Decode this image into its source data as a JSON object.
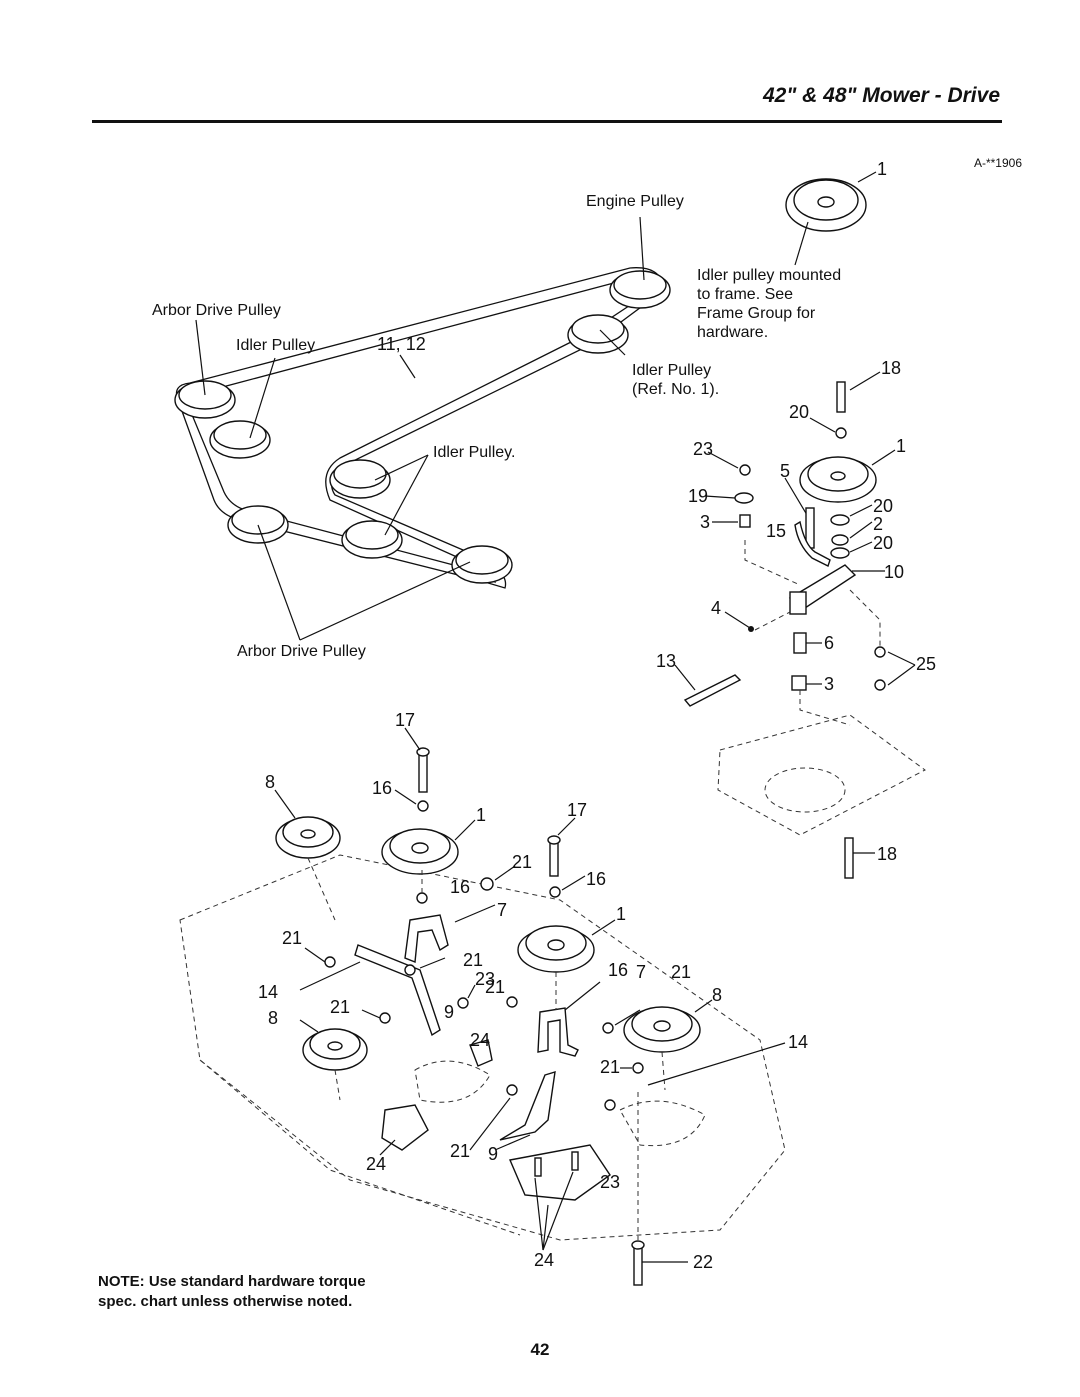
{
  "header": {
    "title": "42\" & 48\" Mower - Drive",
    "figure_id": "A-**1906"
  },
  "belt_diagram": {
    "engine_pulley": "Engine Pulley",
    "arbor_drive_pulley_top": "Arbor Drive Pulley",
    "idler_pulley_left": "Idler Pulley",
    "belt_numbers": "11, 12",
    "idler_mounted_note": [
      "Idler pulley mounted",
      "to frame.  See",
      "Frame Group for",
      "hardware."
    ],
    "idler_ref": [
      "Idler Pulley",
      "(Ref. No. 1)."
    ],
    "idler_pulley_center": "Idler Pulley.",
    "arbor_drive_pulley_bottom": "Arbor Drive Pulley"
  },
  "callouts": {
    "n1": "1",
    "n18": "18",
    "n20": "20",
    "n23": "23",
    "n5": "5",
    "n19": "19",
    "n3": "3",
    "n15": "15",
    "n2": "2",
    "n10": "10",
    "n4": "4",
    "n6": "6",
    "n13": "13",
    "n25": "25",
    "n17": "17",
    "n8": "8",
    "n16": "16",
    "n21": "21",
    "n7": "7",
    "n14": "14",
    "n9": "9",
    "n24": "24",
    "n22": "22"
  },
  "note": {
    "line1": "NOTE: Use standard hardware torque",
    "line2": "spec. chart unless otherwise noted."
  },
  "page_number": "42"
}
